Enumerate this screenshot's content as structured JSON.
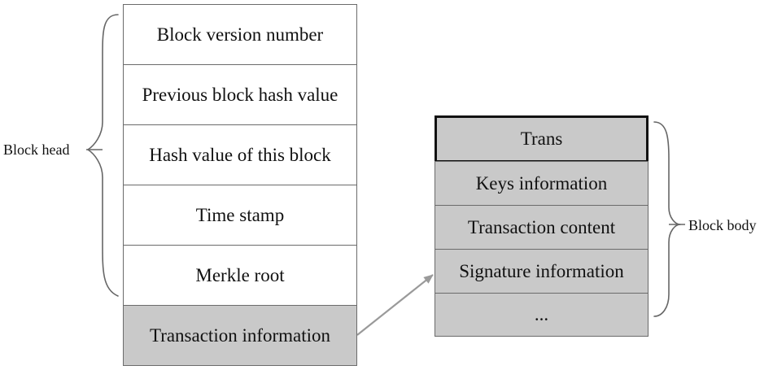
{
  "block_head": {
    "label": "Block head",
    "rows": [
      "Block version number",
      "Previous block hash value",
      "Hash value of this block",
      "Time stamp",
      "Merkle root",
      "Transaction information"
    ]
  },
  "block_body": {
    "label": "Block body",
    "rows": [
      "Trans",
      "Keys information",
      "Transaction content",
      "Signature information",
      "..."
    ]
  },
  "colors": {
    "white_fill": "#ffffff",
    "gray_fill": "#c9c9c9",
    "border": "#6b6b6b",
    "arrow": "#9a9a9a",
    "text": "#111111"
  }
}
